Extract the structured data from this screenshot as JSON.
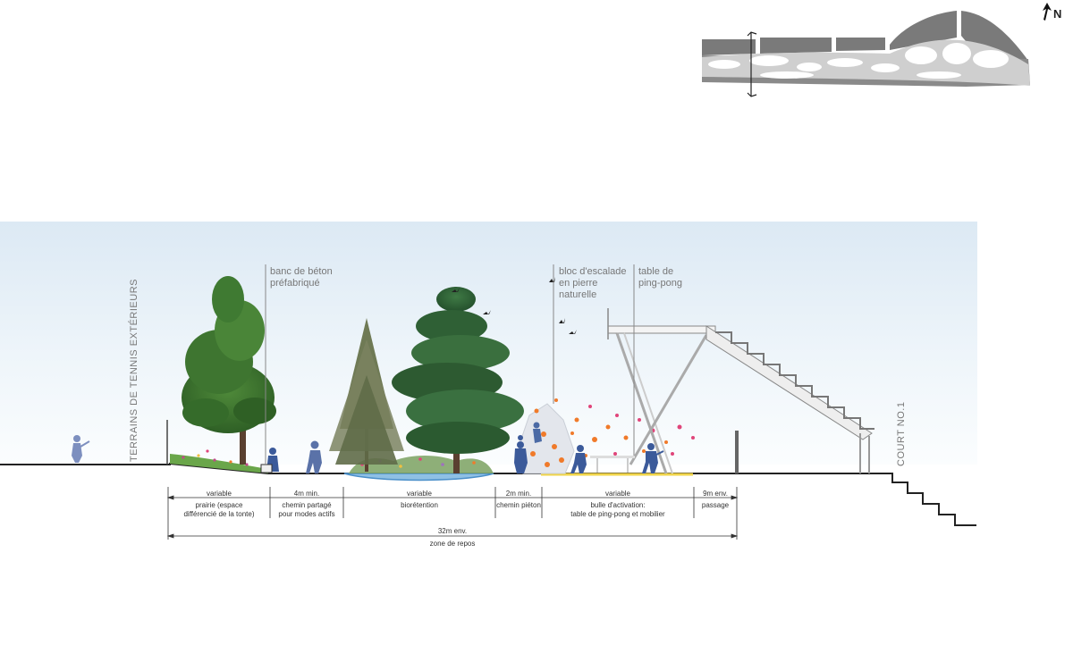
{
  "north_letter": "N",
  "left_label": "TERRAINS DE TENNIS EXTÉRIEURS",
  "right_label": "COURT NO.1",
  "annotations": {
    "bench": [
      "banc de béton",
      "préfabriqué"
    ],
    "climb": [
      "bloc d'escalade",
      "en pierre",
      "naturelle"
    ],
    "pingpong": [
      "table de",
      "ping-pong"
    ]
  },
  "segments": [
    {
      "dim": "variable",
      "desc": [
        "prairie (espace",
        "différencié de la tonte)"
      ]
    },
    {
      "dim": "4m min.",
      "desc": [
        "chemin partagé",
        "pour modes actifs"
      ]
    },
    {
      "dim": "variable",
      "desc": [
        "biorétention"
      ]
    },
    {
      "dim": "2m min.",
      "desc": [
        "chemin piéton"
      ]
    },
    {
      "dim": "variable",
      "desc": [
        "bulle d'activation:",
        "table de ping-pong et mobilier"
      ]
    },
    {
      "dim": "9m env.",
      "desc": [
        "passage"
      ]
    }
  ],
  "total": {
    "dim": "32m env.",
    "desc": "zone de repos"
  },
  "colors": {
    "sky_top": "#e3eef7",
    "sky_bottom": "#f8fbfd",
    "ground": "#222222",
    "prairie_grass": "#6aa64a",
    "bioretention": "#4a8fc9",
    "activation_zone": "#f1d54a",
    "figures": "#3b5a9a",
    "orange_dots": "#f07a2a",
    "pink_dots": "#e0457a",
    "leader_lines": "#888888"
  },
  "icons": [
    "north-arrow-icon",
    "key-plan-map",
    "tree",
    "bird",
    "person",
    "climbing-boulder",
    "ping-pong-table",
    "bleacher-stairs"
  ]
}
